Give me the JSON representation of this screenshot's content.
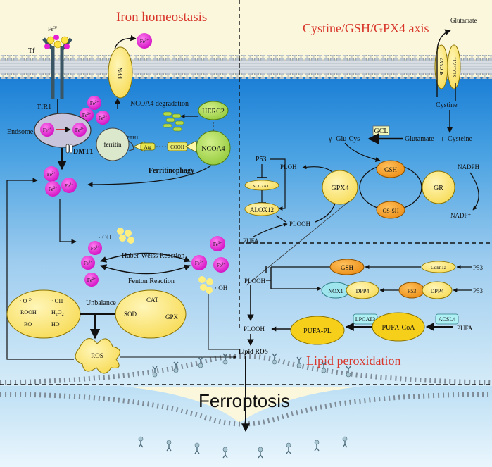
{
  "sections": {
    "iron": "Iron homeostasis",
    "cystine": "Cystine/GSH/GPX4 axis",
    "lipid": "Lipid peroxidation",
    "ferroptosis": "Ferroptosis"
  },
  "iron": {
    "fe3": "Fe",
    "fe3_sup": "3+",
    "fe2": "Fe",
    "fe2_sup": "2+",
    "tf": "Tf",
    "tfr1": "TfR1",
    "fpn": "FPN",
    "endosome": "Endsome",
    "dmt1": "DMT1",
    "ferritin": "ferritin",
    "pth1": "PTH1",
    "arg": "Arg",
    "cooh": "COOH",
    "ncoa4": "NCOA4",
    "herc2": "HERC2",
    "ncoa4_degradation": "NCOA4 degradation",
    "ferritinophagy": "Ferritinophagy",
    "oh": "· OH",
    "haber": "Haber-Weiss Reaction",
    "fenton": "Fenton Reaction",
    "unbalance": "Unbalance",
    "ros_list": [
      "· O",
      "ROOH",
      "RO",
      "· OH",
      "H",
      "O",
      "HO"
    ],
    "antioxidants": [
      "CAT",
      "SOD",
      "GPX"
    ],
    "ros": "ROS"
  },
  "cystine_axis": {
    "glutamate_top": "Glutamate",
    "slc3a2": "SLC3A2",
    "slc7a11": "SLC7A11",
    "cystine": "Cystine",
    "gcl": "GCL",
    "glu_cys": "γ -Glu-Cys",
    "glutamate": "Glutamate",
    "plus": "+",
    "cysteine": "Cysteine",
    "p53": "P53",
    "slc7a11_small": "SLC7A11",
    "alox12": "ALOX12",
    "ploh": "PLOH",
    "plooh": "PLOOH",
    "pufa": "PUFA",
    "gpx4": "GPX4",
    "gsh": "GSH",
    "gssh": "GS-SH",
    "gr": "GR",
    "nadph": "NADPH",
    "nadp": "NADP⁺"
  },
  "lipid": {
    "plooh": "PLOOH",
    "gsh": "GSH",
    "cdkn1a": "Cdkn1a",
    "p53": "P53",
    "nox1": "NOX1",
    "dpp4": "DPP4",
    "p53b": "P53",
    "dpp4b": "DPP4",
    "p53c": "P53",
    "ploh": "PLOOH",
    "lipid_ros": "Lipid ROS",
    "pufa_pl": "PUFA-PL",
    "lpcat3": "LPCAT3",
    "pufa_coa": "PUFA-CoA",
    "acsl4": "ACSL4",
    "pufa": "PUFA"
  },
  "colors": {
    "magenta": "#e61fd4",
    "yellow": "#ffe87a",
    "orange": "#f2941a",
    "green": "#a6d44a",
    "red_title": "#d8362b",
    "cyan": "#aef0f4"
  }
}
